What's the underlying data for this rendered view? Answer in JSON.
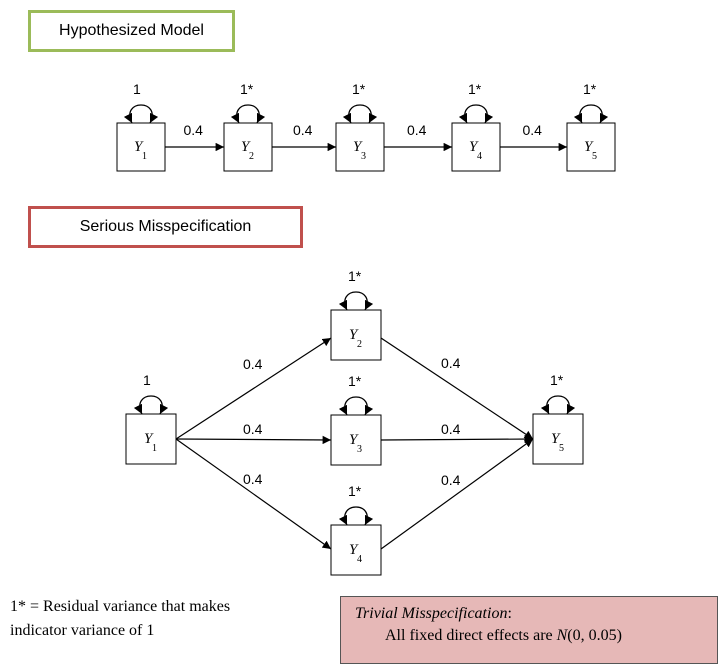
{
  "banners": {
    "hypothesized": "Hypothesized Model",
    "serious": "Serious Misspecification"
  },
  "colors": {
    "green_border": "#9bbb59",
    "red_border": "#c0504d",
    "trivial_fill": "#e6b8b7"
  },
  "top_model": {
    "nodes": [
      {
        "var": "Y",
        "sub": "1",
        "self_label": "1"
      },
      {
        "var": "Y",
        "sub": "2",
        "self_label": "1*"
      },
      {
        "var": "Y",
        "sub": "3",
        "self_label": "1*"
      },
      {
        "var": "Y",
        "sub": "4",
        "self_label": "1*"
      },
      {
        "var": "Y",
        "sub": "5",
        "self_label": "1*"
      }
    ],
    "path_labels": [
      "0.4",
      "0.4",
      "0.4",
      "0.4"
    ]
  },
  "bottom_model": {
    "nodes": [
      {
        "var": "Y",
        "sub": "1",
        "self_label": "1"
      },
      {
        "var": "Y",
        "sub": "2",
        "self_label": "1*"
      },
      {
        "var": "Y",
        "sub": "3",
        "self_label": "1*"
      },
      {
        "var": "Y",
        "sub": "4",
        "self_label": "1*"
      },
      {
        "var": "Y",
        "sub": "5",
        "self_label": "1*"
      }
    ],
    "path_labels": [
      "0.4",
      "0.4",
      "0.4",
      "0.4",
      "0.4",
      "0.4"
    ]
  },
  "note": {
    "line1": "1* = Residual variance that makes",
    "line2": "indicator variance of 1"
  },
  "trivial": {
    "title": "Trivial Misspecification",
    "colon": ":",
    "prefix": "All fixed direct effects are ",
    "dist": "N",
    "params": "(0, 0.05)"
  }
}
